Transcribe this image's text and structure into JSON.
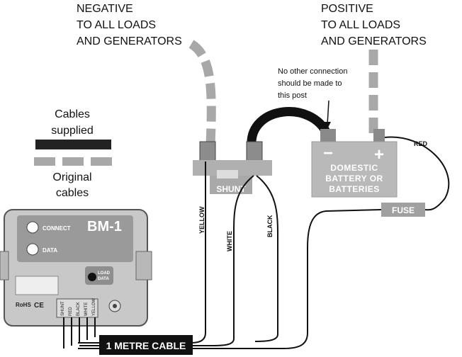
{
  "labels": {
    "negative": [
      "NEGATIVE",
      "TO ALL LOADS",
      "AND GENERATORS"
    ],
    "positive": [
      "POSITIVE",
      "TO ALL LOADS",
      "AND GENERATORS"
    ],
    "note": [
      "No other connection",
      "should be made to",
      "this post"
    ],
    "cables_supplied": [
      "Cables",
      "supplied"
    ],
    "original_cables": [
      "Original",
      "cables"
    ],
    "shunt": "SHUNT",
    "battery": [
      "DOMESTIC",
      "BATTERY OR",
      "BATTERIES"
    ],
    "battery_minus": "−",
    "battery_plus": "+",
    "fuse": "FUSE",
    "red": "RED",
    "yellow": "YELLOW",
    "white": "WHITE",
    "black": "BLACK",
    "cable": "1 METRE CABLE"
  },
  "device": {
    "model": "BM-1",
    "connect_label": "CONNECT",
    "data_label": "DATA",
    "load_data_label": [
      "LOAD",
      "DATA"
    ],
    "rohs": "RoHS",
    "ce": "CE",
    "terminals": [
      "SHUNT",
      "RED",
      "BLACK",
      "WHITE",
      "YELLOW"
    ]
  },
  "colors": {
    "device_body": "#c8c8c8",
    "device_panel": "#9a9a9a",
    "battery": "#b9b9b9",
    "shunt": "#a9a9a9",
    "original_cable": "#a8a8a8",
    "supplied_cable": "#222222",
    "cable_label_bg": "#111111"
  }
}
